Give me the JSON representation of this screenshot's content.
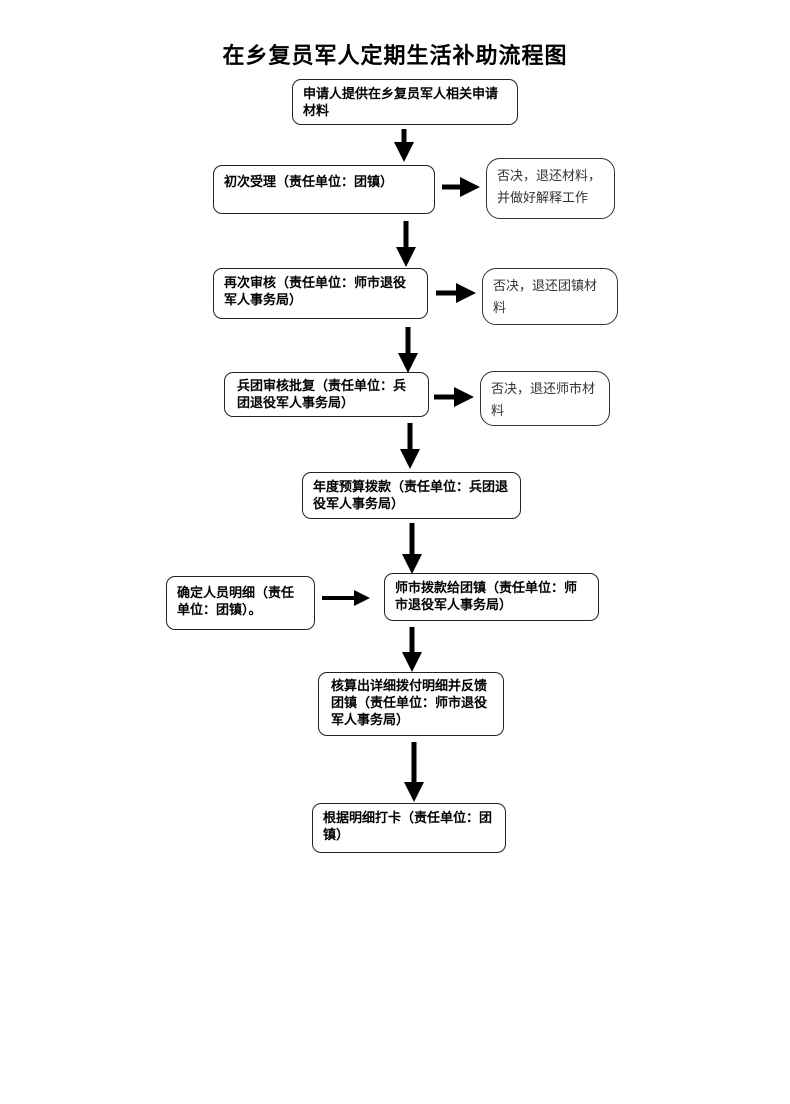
{
  "title": "在乡复员军人定期生活补助流程图",
  "steps": {
    "s1": "申请人提供在乡复员军人相关申请材料",
    "s2": "初次受理（责任单位：团镇）",
    "s3": "再次审核（责任单位：师市退役军人事务局）",
    "s4": "兵团审核批复（责任单位：兵团退役军人事务局）",
    "s5": "年度预算拨款（责任单位：兵团退役军人事务局）",
    "s6": "师市拨款给团镇（责任单位：师市退役军人事务局）",
    "s7": "核算出详细拨付明细并反馈团镇（责任单位：师市退役军人事务局）",
    "s8": "根据明细打卡（责任单位：团镇）"
  },
  "side": {
    "confirm": "确定人员明细（责任单位：团镇）。"
  },
  "rejections": {
    "r1": "否决，退还材料，并做好解释工作",
    "r2": "否决，退还团镇材料",
    "r3": "否决，退还师市材料"
  }
}
